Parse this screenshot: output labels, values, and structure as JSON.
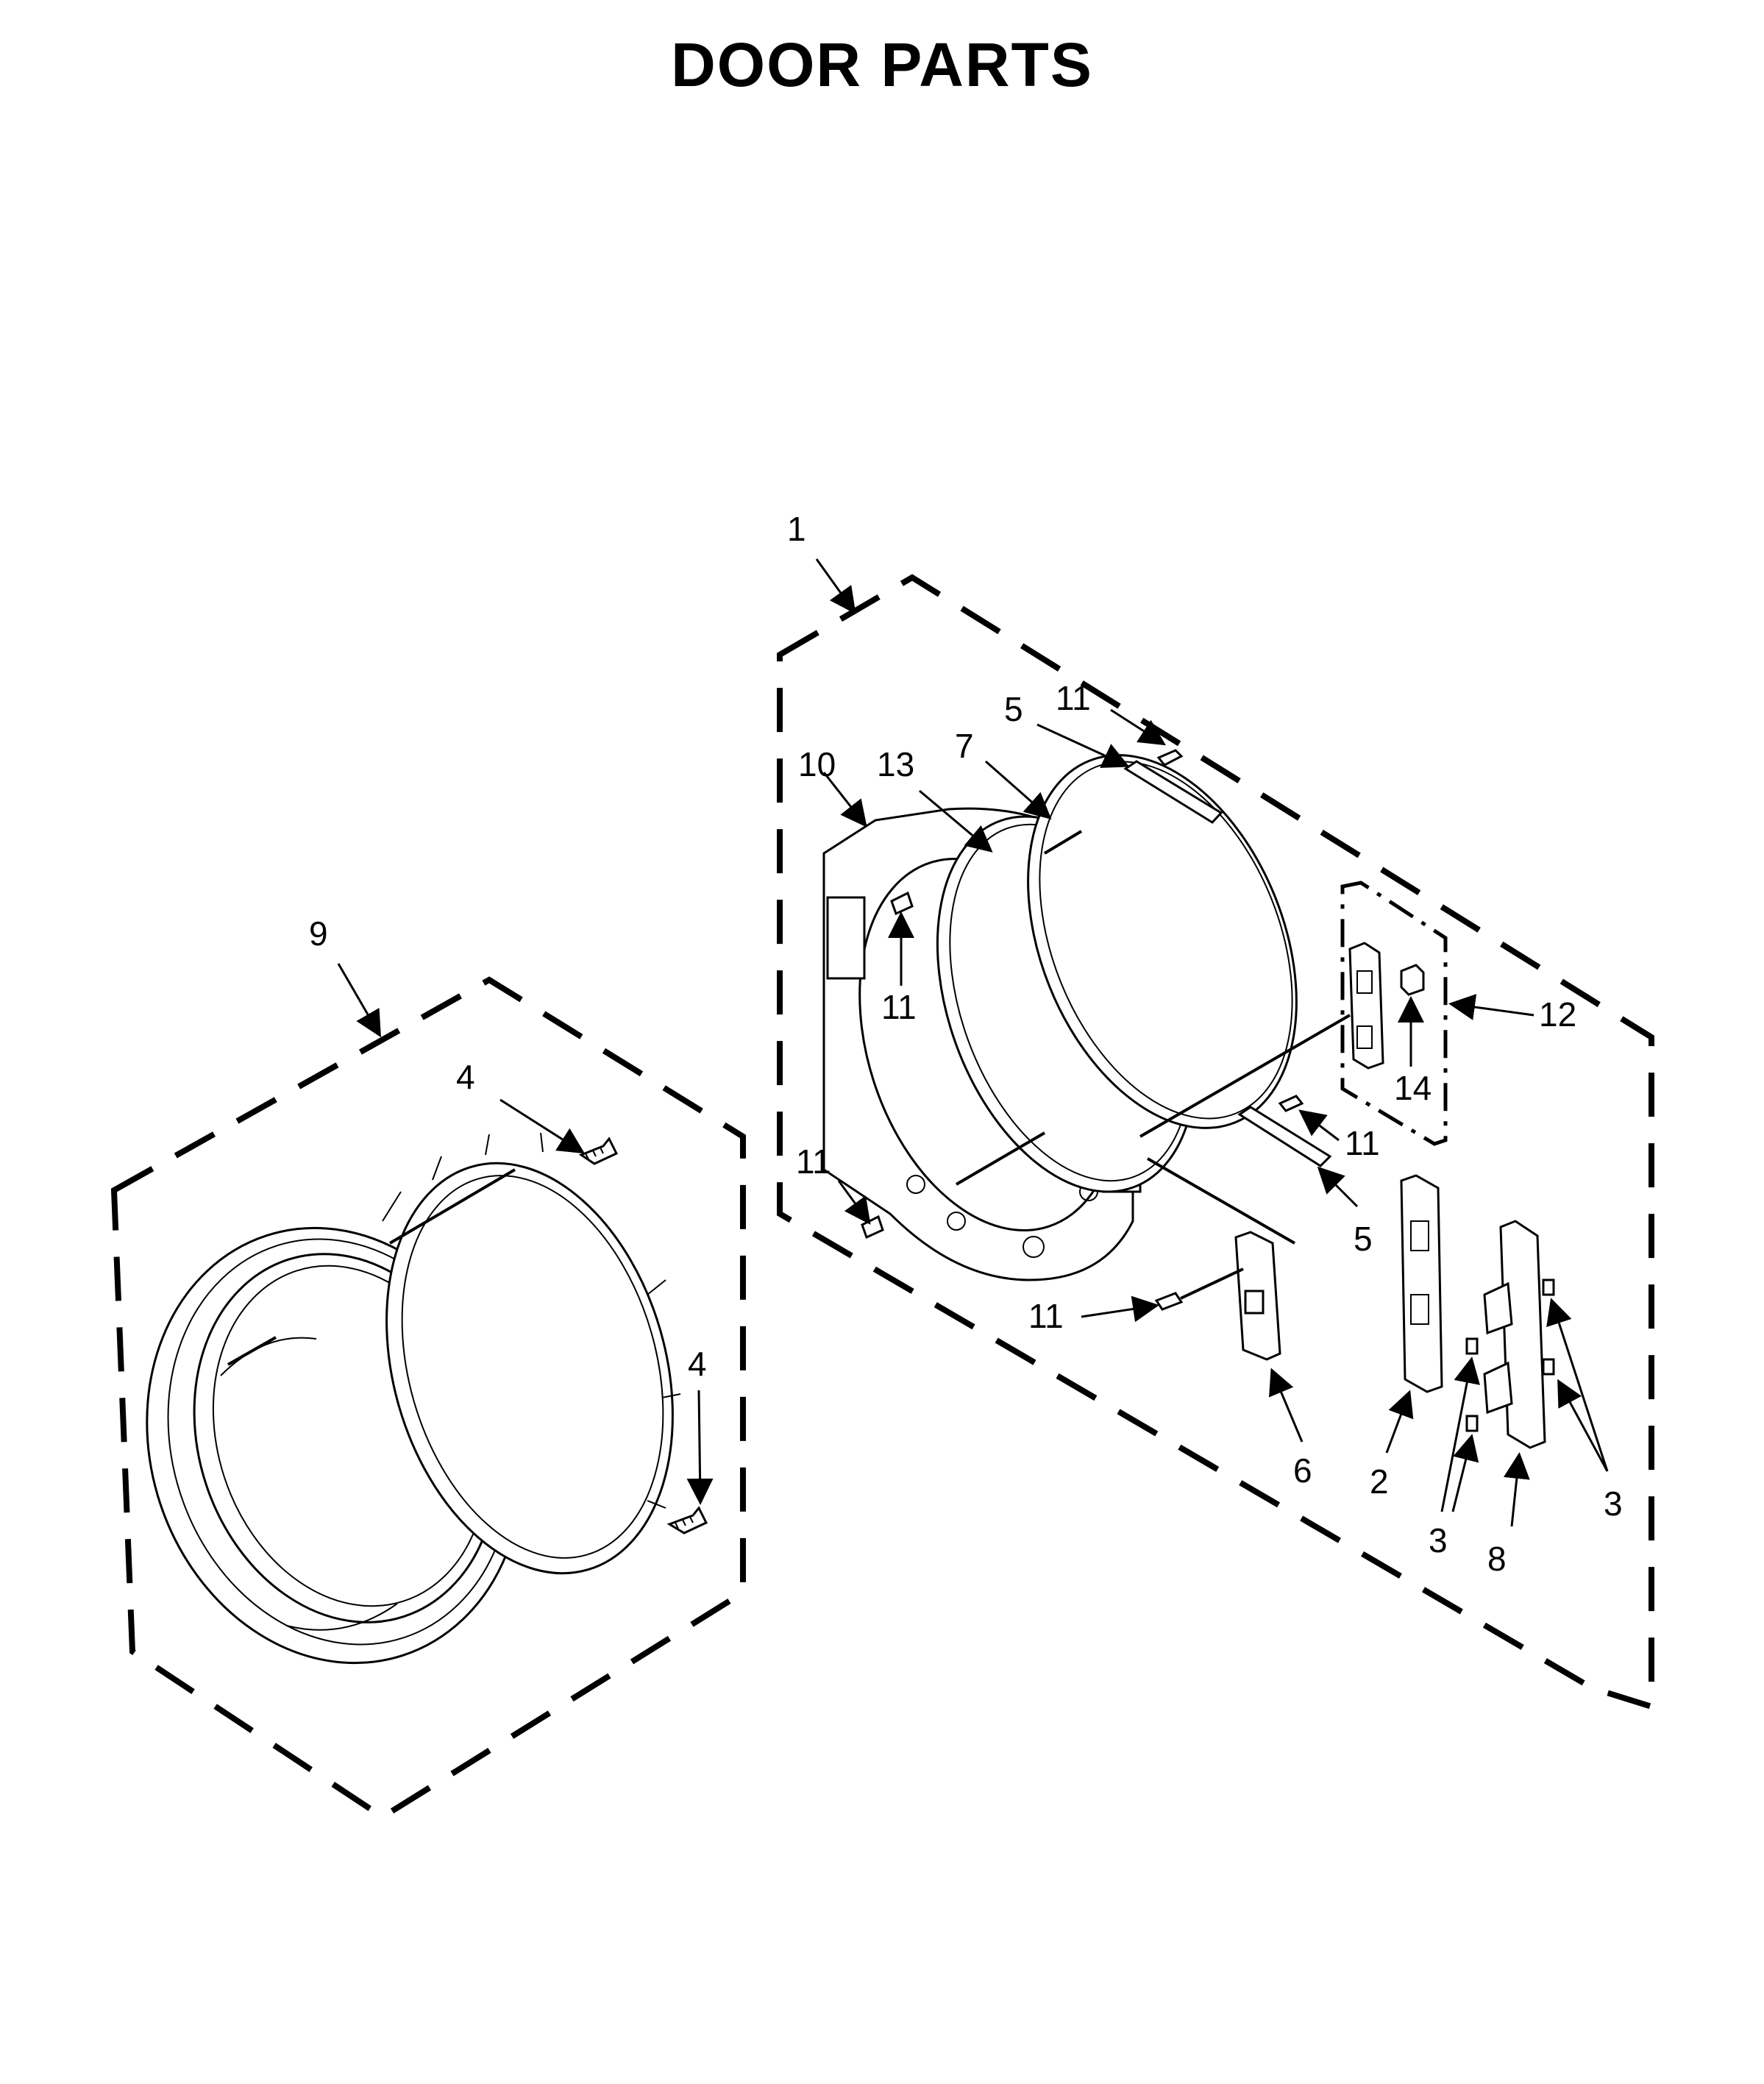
{
  "title": "DOOR PARTS",
  "callouts": {
    "c1": "1",
    "c2": "2",
    "c3a": "3",
    "c3b": "3",
    "c4a": "4",
    "c4b": "4",
    "c5a": "5",
    "c5b": "5",
    "c6": "6",
    "c7": "7",
    "c8": "8",
    "c9": "9",
    "c10": "10",
    "c11a": "11",
    "c11b": "11",
    "c11c": "11",
    "c11d": "11",
    "c11e": "11",
    "c12": "12",
    "c13": "13",
    "c14": "14"
  },
  "colors": {
    "line": "#000000",
    "background": "#ffffff"
  }
}
